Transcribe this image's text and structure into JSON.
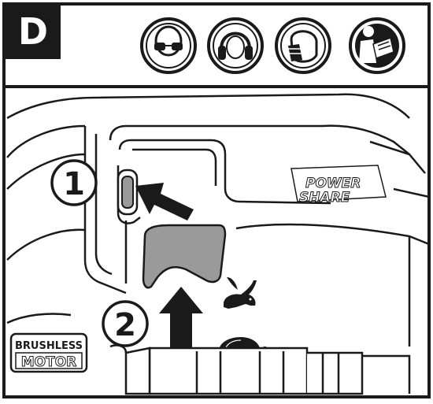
{
  "panel": {
    "letter": "D"
  },
  "safety_icons": [
    {
      "name": "eye-protection-icon"
    },
    {
      "name": "ear-protection-icon"
    },
    {
      "name": "dust-mask-icon"
    },
    {
      "name": "read-manual-icon"
    }
  ],
  "steps": {
    "step1": "1",
    "step2": "2"
  },
  "branding": {
    "power_share_line1": "POWER",
    "power_share_line2": "SHARE",
    "brushless_line1": "BRUSHLESS",
    "brushless_line2": "MOTOR"
  },
  "speed_icons": {
    "fast": "rabbit-icon",
    "slow": "turtle-icon"
  },
  "colors": {
    "ink": "#1a1a1a",
    "highlight_gray": "#9a9a9a",
    "light_gray": "#e6e6e6"
  }
}
